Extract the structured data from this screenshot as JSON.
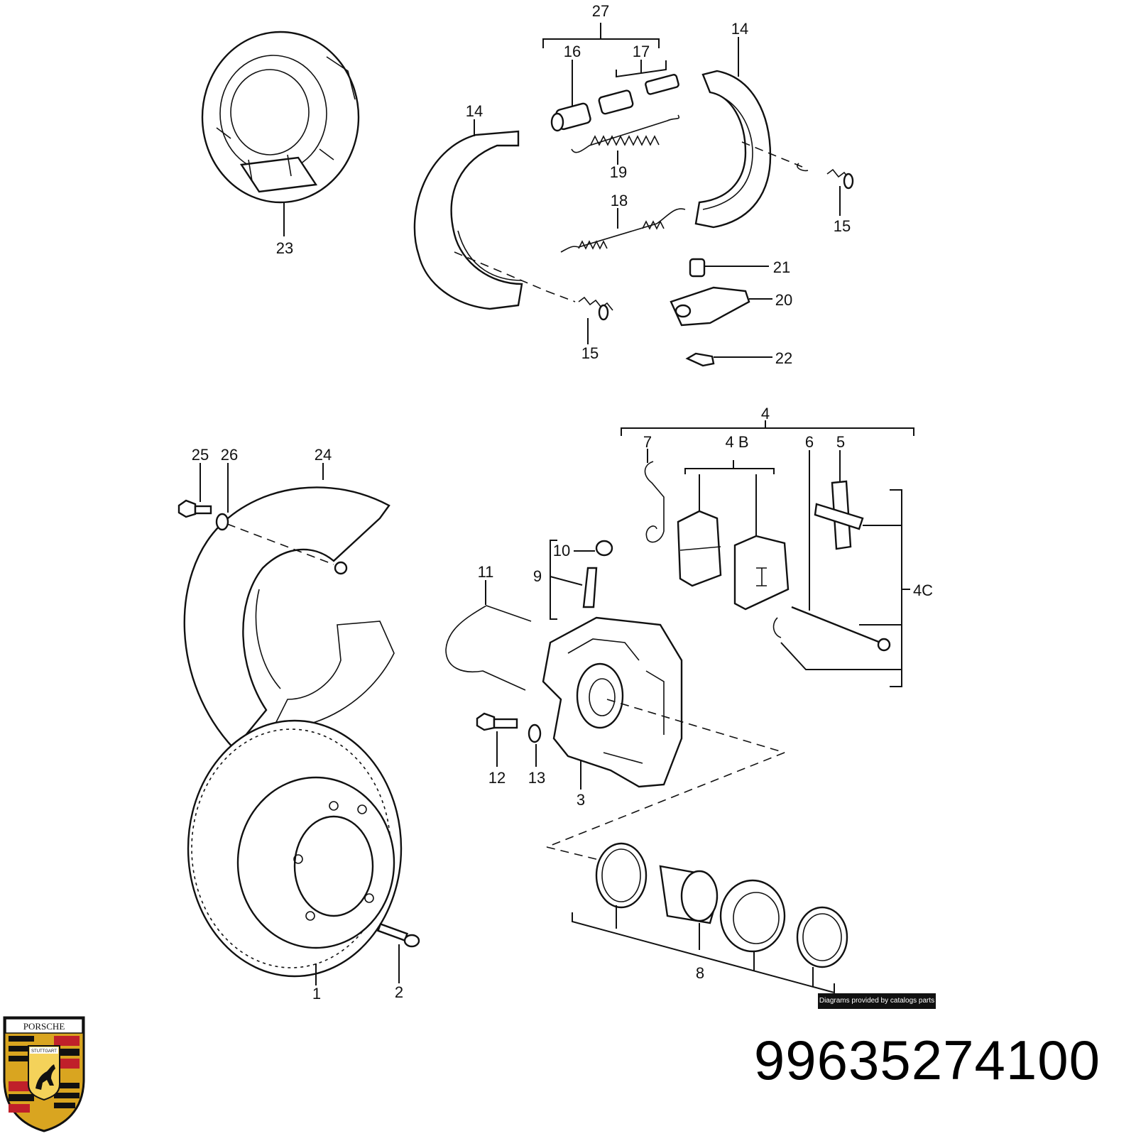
{
  "diagram": {
    "callouts": [
      "1",
      "2",
      "3",
      "4",
      "4 B",
      "4C",
      "5",
      "6",
      "7",
      "8",
      "9",
      "10",
      "11",
      "12",
      "13",
      "14",
      "14",
      "15",
      "15",
      "16",
      "17",
      "18",
      "19",
      "20",
      "21",
      "22",
      "23",
      "24",
      "25",
      "26",
      "27"
    ],
    "credit": "Diagrams provided by catalogs parts"
  },
  "part_number": "99635274100",
  "logo": {
    "brand": "PORSCHE",
    "city": "STUTTGART",
    "colors": {
      "gold": "#d9a520",
      "red": "#c0202a",
      "black": "#111111"
    }
  }
}
